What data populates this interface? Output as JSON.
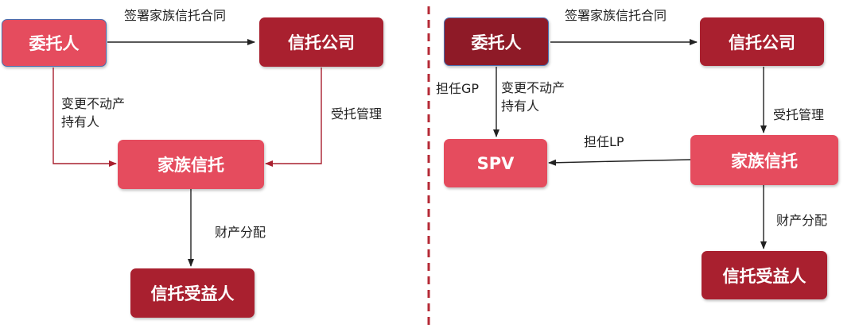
{
  "left": {
    "settlor": "委托人",
    "trust_company": "信托公司",
    "family_trust": "家族信托",
    "beneficiary": "信托受益人",
    "label_sign": "签署家族信托合同",
    "label_change_line1": "变更不动产",
    "label_change_line2": "持有人",
    "label_manage": "受托管理",
    "label_distribute": "财产分配"
  },
  "right": {
    "settlor": "委托人",
    "trust_company": "信托公司",
    "family_trust": "家族信托",
    "spv": "SPV",
    "beneficiary": "信托受益人",
    "label_sign": "签署家族信托合同",
    "label_gp": "担任GP",
    "label_change_line1": "变更不动产",
    "label_change_line2": "持有人",
    "label_manage": "受托管理",
    "label_lp": "担任LP",
    "label_distribute": "财产分配"
  },
  "colors": {
    "dark_red": "#a9202f",
    "darker_red": "#8e1a27",
    "pink_red": "#e54c5e",
    "separator": "#b52a36"
  }
}
